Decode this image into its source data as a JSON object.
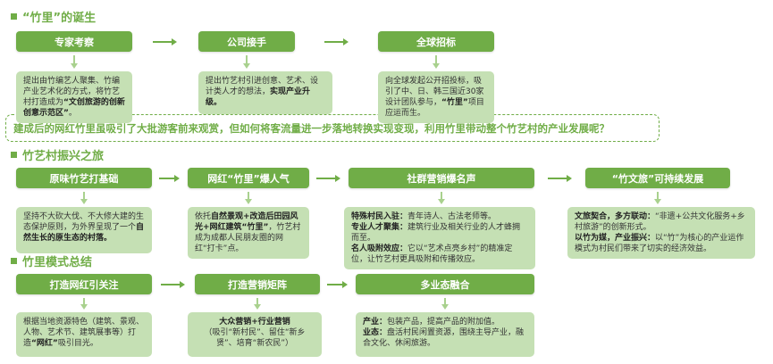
{
  "sections": [
    {
      "title": "“竹里”的诞生",
      "steps": [
        {
          "header": "专家考察",
          "detail": [
            [
              "提出由竹编艺人聚集、竹编产业艺术化的方式，将竹艺村打造成为",
              false
            ],
            [
              "“文创旅游的创新创意示范区”",
              true
            ],
            [
              "。",
              false
            ]
          ]
        },
        {
          "header": "公司接手",
          "detail": [
            [
              "提出竹艺村引进创意、艺术、设计类人才的想法，",
              false
            ],
            [
              "实现产业升级。",
              true
            ]
          ]
        },
        {
          "header": "全球招标",
          "detail": [
            [
              "向全球发起公开招投标，吸引了中、日、韩三国近30家设计团队参与，",
              false
            ],
            [
              "“竹里”",
              true
            ],
            [
              "项目应运而生。",
              false
            ]
          ]
        }
      ]
    },
    {
      "title": "竹艺村振兴之旅",
      "steps": [
        {
          "header": "原味竹艺打基础",
          "detail": [
            [
              "坚持不大砍大伐、不大修大建的生态保护原则，为外界呈现了一个",
              false
            ],
            [
              "自然生长的原生态的村落。",
              true
            ]
          ]
        },
        {
          "header": "网红“竹里”爆人气",
          "detail": [
            [
              "依托",
              false
            ],
            [
              "自然景观+改造后田园风光+网红建筑“竹里”",
              true
            ],
            [
              "，竹艺村成为成都人民朋友圈的网红“打卡”点。",
              false
            ]
          ]
        },
        {
          "header": "社群营销爆名声",
          "detail": [
            [
              "特殊村民入驻：",
              true
            ],
            [
              "青年诗人、古法老师等。",
              false
            ],
            [
              "\n",
              false
            ],
            [
              "专业人才聚集：",
              true
            ],
            [
              "建筑行业及相关行业的人才蜂拥而至。",
              false
            ],
            [
              "\n",
              false
            ],
            [
              "名人吸附效应：",
              true
            ],
            [
              "它以“艺术点亮乡村”的精准定位，让竹艺村更具吸附和传播效应。",
              false
            ]
          ]
        },
        {
          "header": "“竹文旅”可持续发展",
          "detail": [
            [
              "文旅契合，多方联动：",
              true
            ],
            [
              "“非遗+公共文化服务+乡村旅游”的创新形式。",
              false
            ],
            [
              "\n",
              false
            ],
            [
              "以竹为媒，产业振兴：",
              true
            ],
            [
              "以“竹”为核心的产业运作模式为村民们带来了切实的经济效益。",
              false
            ]
          ]
        }
      ]
    },
    {
      "title": "竹里模式总结",
      "steps": [
        {
          "header": "打造网红引关注",
          "detail": [
            [
              "根据当地资源特色（建筑、景观、人物、艺术节、建筑展事等）打造",
              false
            ],
            [
              "“网红”",
              true
            ],
            [
              "吸引目光。",
              false
            ]
          ]
        },
        {
          "header": "打造营销矩阵",
          "detail": [
            [
              "大众营销+行业营销",
              true
            ],
            [
              "\n",
              false
            ],
            [
              "（吸引“新村民”、留住“新乡贤”、培育“新农民”）",
              false
            ]
          ]
        },
        {
          "header": "多业态融合",
          "detail": [
            [
              "产业：",
              true
            ],
            [
              "包装产品，提高产品的附加值。",
              false
            ],
            [
              "\n",
              false
            ],
            [
              "业态：",
              true
            ],
            [
              "盘活村民闲置资源，围绕主导产业，融合文化、休闲旅游。",
              false
            ]
          ]
        }
      ]
    }
  ],
  "question": "建成后的网红竹里虽吸引了大批游客前来观赏，但如何将客流量进一步落地转换实现变现，利用竹里带动整个竹艺村的产业发展呢？",
  "colors": {
    "primary": "#70ad47",
    "light": "#c5e0b4",
    "arrow_light": "#a9d18e"
  }
}
